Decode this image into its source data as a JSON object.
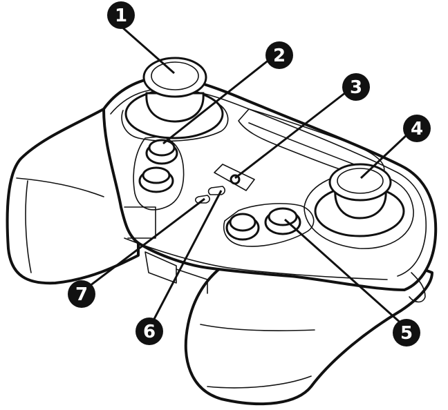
{
  "callouts": [
    {
      "id": "1",
      "label": "1"
    },
    {
      "id": "2",
      "label": "2"
    },
    {
      "id": "3",
      "label": "3"
    },
    {
      "id": "4",
      "label": "4"
    },
    {
      "id": "5",
      "label": "5"
    },
    {
      "id": "6",
      "label": "6"
    },
    {
      "id": "7",
      "label": "7"
    }
  ],
  "icons": [
    "gamepad-illustration"
  ]
}
